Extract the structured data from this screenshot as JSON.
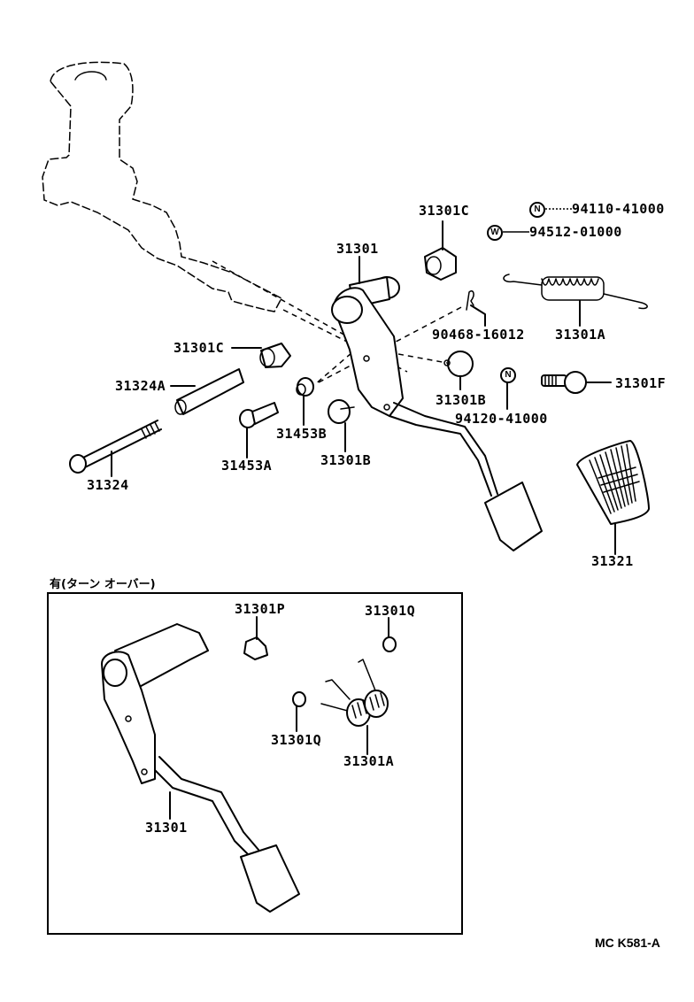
{
  "diagram": {
    "title_code": "MC K581-A",
    "main_parts": [
      {
        "id": "31301C_top",
        "label": "31301C"
      },
      {
        "id": "94110",
        "symbol": "N",
        "label": "94110-41000"
      },
      {
        "id": "94512",
        "symbol": "W",
        "label": "94512-01000"
      },
      {
        "id": "31301_main",
        "label": "31301"
      },
      {
        "id": "31301C_left",
        "label": "31301C"
      },
      {
        "id": "31324A",
        "label": "31324A"
      },
      {
        "id": "31324",
        "label": "31324"
      },
      {
        "id": "31453A",
        "label": "31453A"
      },
      {
        "id": "31453B",
        "label": "31453B"
      },
      {
        "id": "31301B_left",
        "label": "31301B"
      },
      {
        "id": "90468",
        "label": "90468-16012"
      },
      {
        "id": "31301A_top",
        "label": "31301A"
      },
      {
        "id": "31301B_right",
        "label": "31301B"
      },
      {
        "id": "94120",
        "symbol": "N",
        "label": "94120-41000"
      },
      {
        "id": "31301F",
        "label": "31301F"
      },
      {
        "id": "31321",
        "label": "31321"
      }
    ],
    "inset": {
      "caption": "有(ターン オーバー)",
      "parts": [
        {
          "id": "31301P",
          "label": "31301P"
        },
        {
          "id": "31301Q_top",
          "label": "31301Q"
        },
        {
          "id": "31301Q_left",
          "label": "31301Q"
        },
        {
          "id": "31301A_inset",
          "label": "31301A"
        },
        {
          "id": "31301_inset",
          "label": "31301"
        }
      ]
    }
  }
}
